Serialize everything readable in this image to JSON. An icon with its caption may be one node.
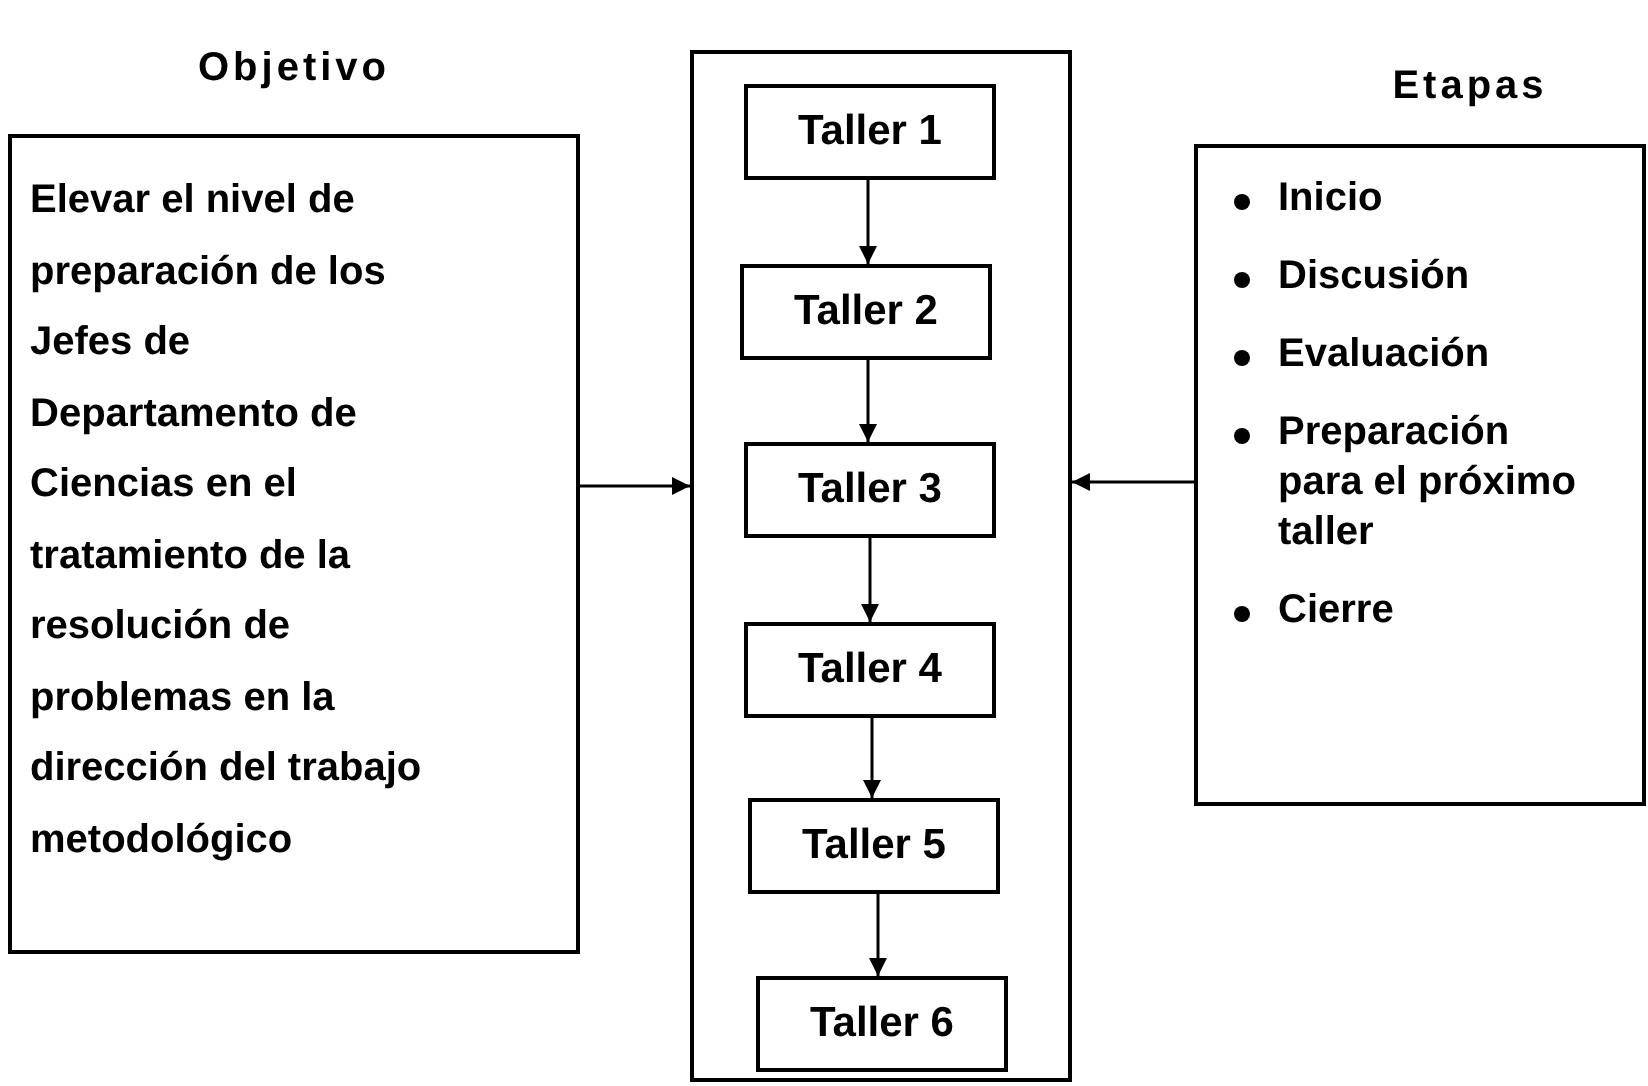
{
  "diagram": {
    "nodes": [
      {
        "text": [
          "Objetivo",
          "Elevar el nivel de preparación de los Jefes de Departamento de Ciencias en el tratamiento de la resolución de problemas en la dirección del trabajo metodológico"
        ]
      },
      {
        "text": [],
        "shape": "box"
      },
      {
        "text": [
          "Taller 1"
        ],
        "in": 1
      },
      {
        "text": [
          "Taller 2"
        ],
        "in": 1
      },
      {
        "text": [
          "Taller 3"
        ],
        "in": 1
      },
      {
        "text": [
          "Taller 4"
        ],
        "in": 1
      },
      {
        "text": [
          "Taller 5"
        ],
        "in": 1
      },
      {
        "text": [
          "Taller 6"
        ],
        "in": 1
      },
      {
        "text": [
          "Etapas",
          "Inicio",
          "Discusión",
          "Evaluación",
          "Preparación para el próximo taller",
          "Cierre"
        ]
      }
    ],
    "edges": [
      {
        "from": 0,
        "to": 1,
        "arrow": "to"
      },
      {
        "from": 8,
        "to": 1,
        "arrow": "to"
      },
      {
        "from": 2,
        "to": 3,
        "arrow": "to"
      },
      {
        "from": 3,
        "to": 4,
        "arrow": "to"
      },
      {
        "from": 4,
        "to": 5,
        "arrow": "to"
      },
      {
        "from": 5,
        "to": 6,
        "arrow": "to"
      },
      {
        "from": 6,
        "to": 7,
        "arrow": "to"
      }
    ]
  }
}
